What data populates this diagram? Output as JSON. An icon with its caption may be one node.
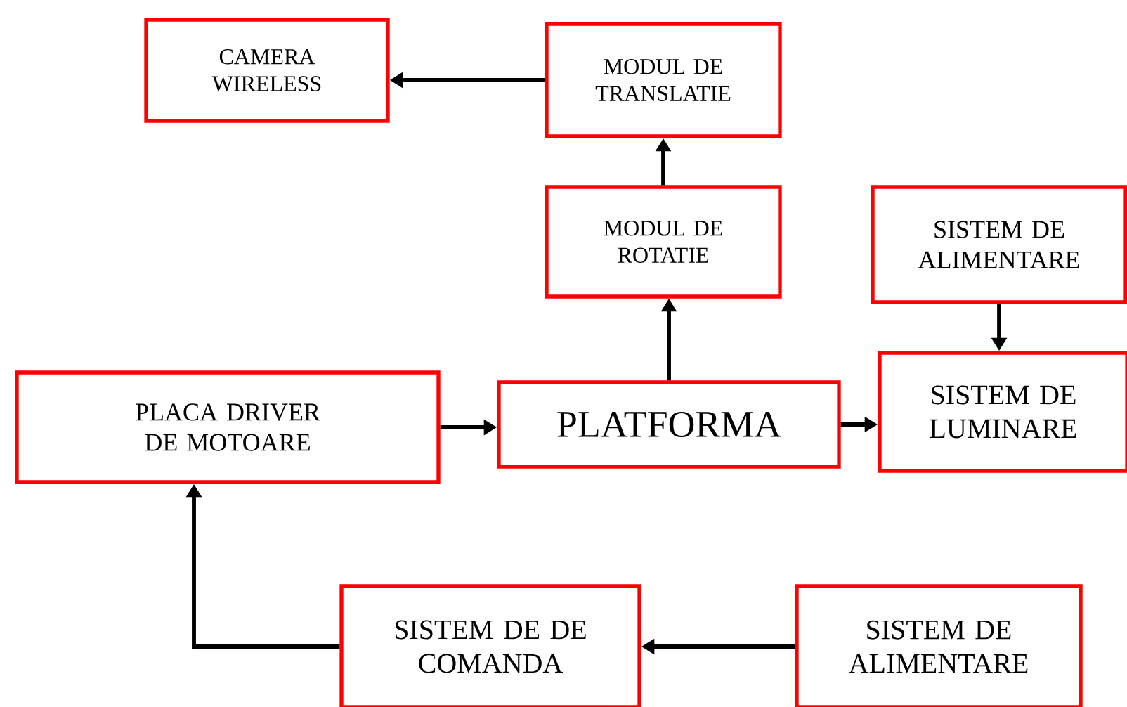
{
  "diagram": {
    "nodes": [
      {
        "text": [
          "CAMERA WIRELESS"
        ]
      },
      {
        "text": [
          "MODUL DE TRANSLATIE"
        ]
      },
      {
        "text": [
          "MODUL DE ROTATIE"
        ]
      },
      {
        "text": [
          "SISTEM DE ALIMENTARE"
        ]
      },
      {
        "text": [
          "PLACA DRIVER DE MOTOARE"
        ]
      },
      {
        "text": [
          "PLATFORMA"
        ]
      },
      {
        "text": [
          "SISTEM DE LUMINARE"
        ]
      },
      {
        "text": [
          "SISTEM DE DE COMANDA"
        ]
      },
      {
        "text": [
          "SISTEM DE ALIMENTARE"
        ]
      }
    ],
    "edges": [
      {
        "from": 1,
        "to": 0,
        "arrow": "to"
      },
      {
        "from": 2,
        "to": 1,
        "arrow": "to"
      },
      {
        "from": 5,
        "to": 2,
        "arrow": "to"
      },
      {
        "from": 3,
        "to": 6,
        "arrow": "to"
      },
      {
        "from": 4,
        "to": 5,
        "arrow": "to"
      },
      {
        "from": 5,
        "to": 6,
        "arrow": "to"
      },
      {
        "from": 8,
        "to": 7,
        "arrow": "to"
      },
      {
        "from": 7,
        "to": 4,
        "arrow": "to"
      }
    ]
  }
}
